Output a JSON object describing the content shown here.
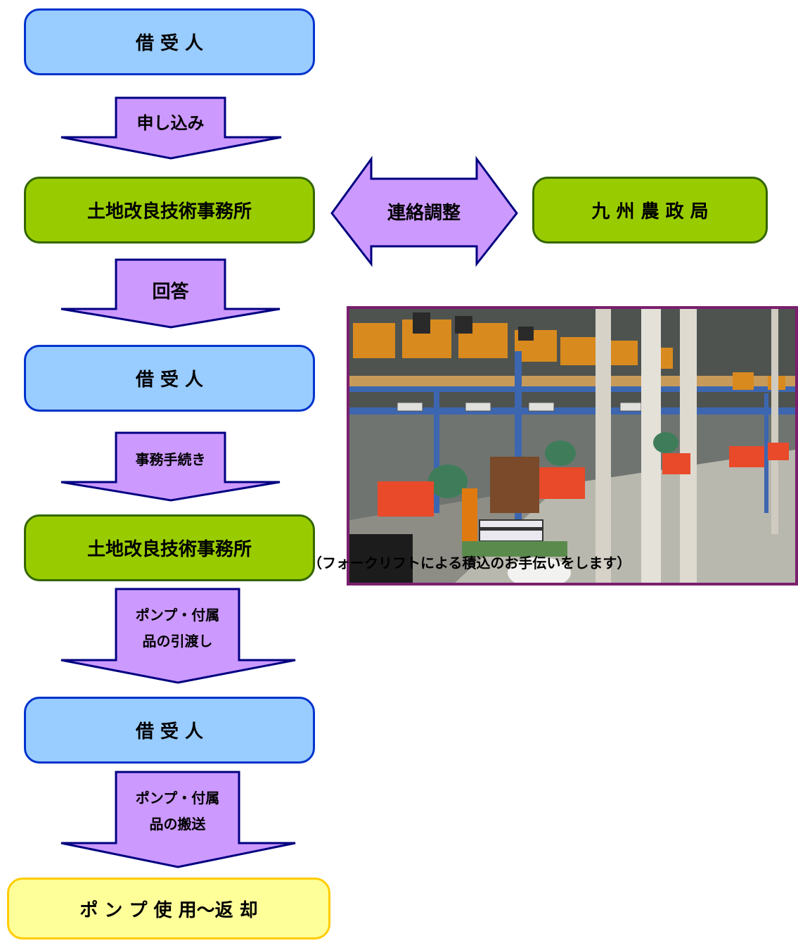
{
  "boxes": {
    "borrower_1": "借 受 人",
    "office_1": "土地改良技術事務所",
    "kyushu": "九 州 農 政 局",
    "borrower_2": "借 受 人",
    "office_2": "土地改良技術事務所",
    "borrower_3": "借 受 人",
    "final": "ポ ン プ 使 用〜返 却"
  },
  "arrows": {
    "apply": "申し込み",
    "coordinate": "連絡調整",
    "reply": "回答",
    "paperwork": "事務手続き",
    "handover_line1": "ポンプ・付属",
    "handover_line2": "品の引渡し",
    "transport_line1": "ポンプ・付属",
    "transport_line2": "品の搬送"
  },
  "note": "（フォークリフトによる積込のお手伝いをします）",
  "colors": {
    "borrower_fill": "#99ccff",
    "borrower_border": "#0033cc",
    "office_fill": "#99cc00",
    "office_border": "#336600",
    "arrow_fill": "#cc99ff",
    "arrow_border": "#000080",
    "final_fill": "#ffff99",
    "final_border": "#ffcc00"
  }
}
